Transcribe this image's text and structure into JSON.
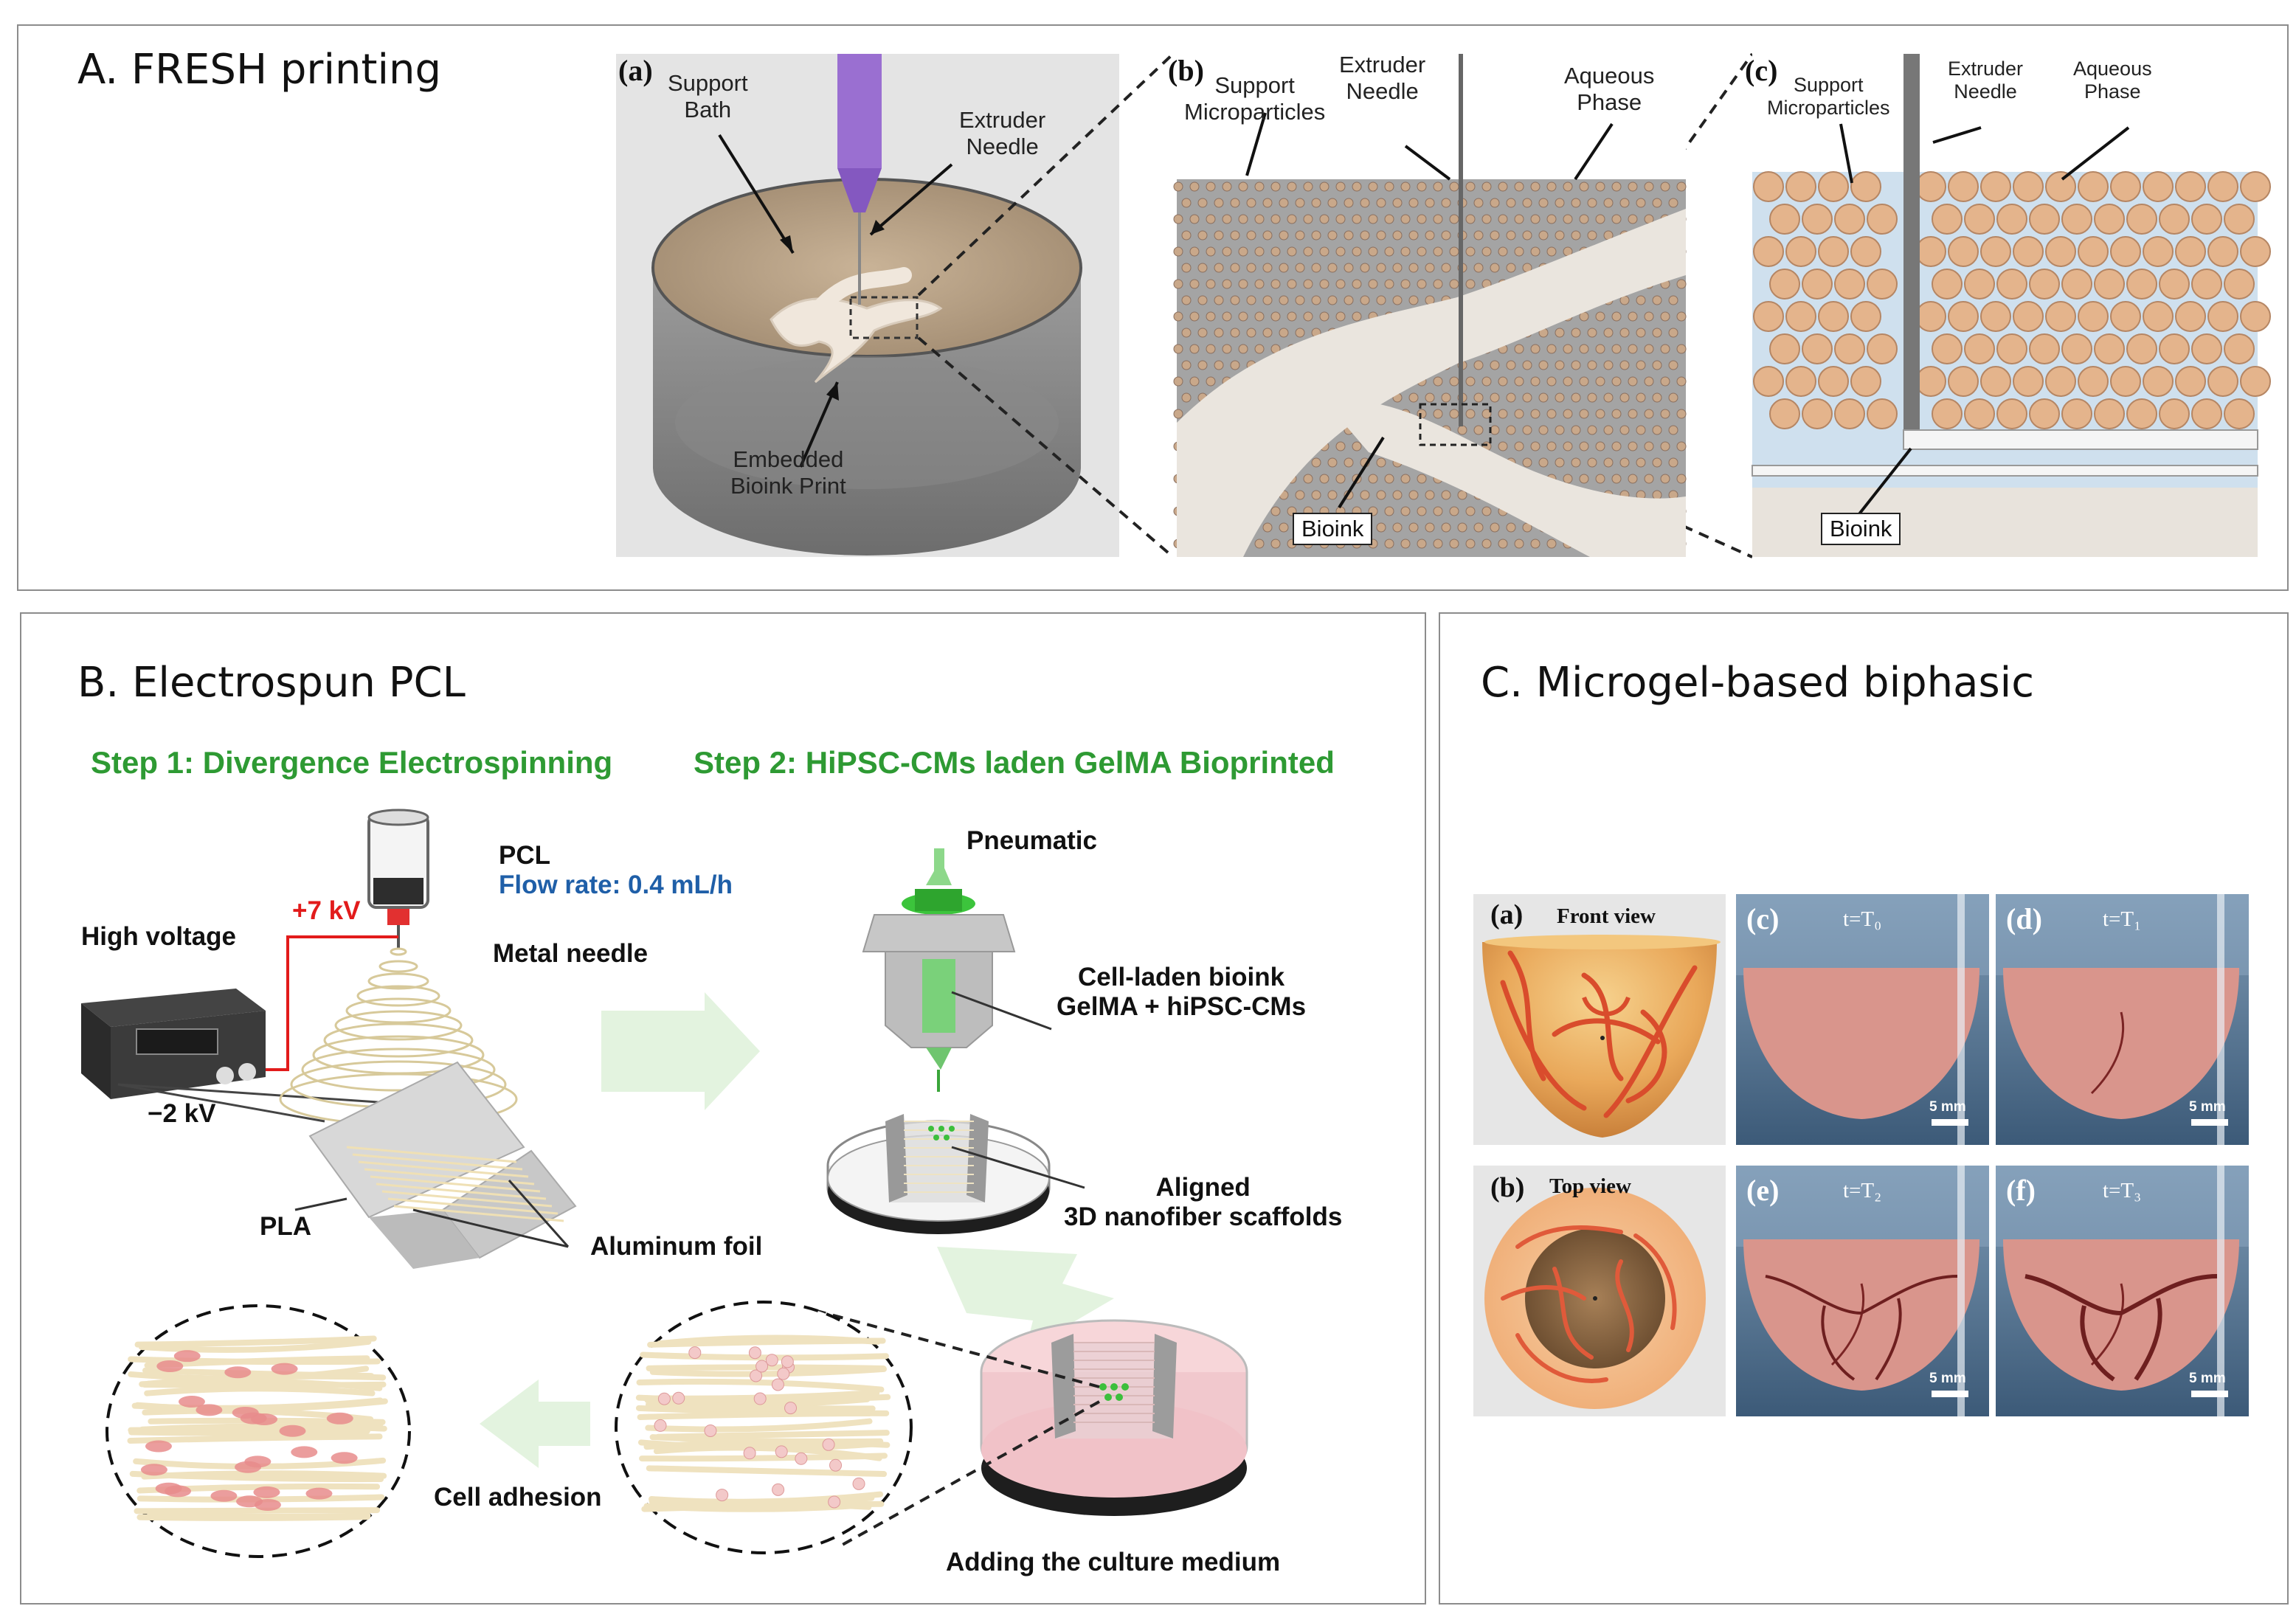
{
  "panels": {
    "a": {
      "title": "A. FRESH printing",
      "sub_a": {
        "tag": "(a)",
        "support_bath": "Support\nBath",
        "extruder_needle": "Extruder\nNeedle",
        "embedded": "Embedded\nBioink Print"
      },
      "sub_b": {
        "tag": "(b)",
        "support_micro": "Support\nMicroparticles",
        "extruder_needle": "Extruder\nNeedle",
        "aqueous": "Aqueous\nPhase",
        "bioink": "Bioink"
      },
      "sub_c": {
        "tag": "(c)",
        "support_micro": "Support\nMicroparticles",
        "extruder_needle": "Extruder\nNeedle",
        "aqueous": "Aqueous\nPhase",
        "bioink": "Bioink"
      }
    },
    "b": {
      "title": "B. Electrospun PCL",
      "step1": "Step 1: Divergence Electrospinning",
      "step2": "Step 2: HiPSC-CMs laden GelMA Bioprinted",
      "pcl": "PCL",
      "flow_rate": "Flow rate: 0.4 mL/h",
      "plus_kv": "+7 kV",
      "high_voltage": "High voltage",
      "metal_needle": "Metal needle",
      "minus_kv": "−2 kV",
      "pla": "PLA",
      "aluminum_foil": "Aluminum foil",
      "pneumatic": "Pneumatic",
      "cell_laden": "Cell-laden bioink\nGelMA + hiPSC-CMs",
      "aligned": "Aligned\n3D nanofiber scaffolds",
      "cell_adhesion": "Cell adhesion",
      "adding_medium": "Adding the culture medium"
    },
    "c": {
      "title": "C. Microgel-based biphasic",
      "front_tag": "(a)",
      "front_view": "Front view",
      "top_tag": "(b)",
      "top_view": "Top view",
      "photos": [
        {
          "tag": "(c)",
          "time": "t=T₀",
          "scale": "5 mm"
        },
        {
          "tag": "(d)",
          "time": "t=T₁",
          "scale": "5 mm"
        },
        {
          "tag": "(e)",
          "time": "t=T₂",
          "scale": "5 mm"
        },
        {
          "tag": "(f)",
          "time": "t=T₃",
          "scale": "5 mm"
        }
      ]
    }
  },
  "colors": {
    "step_green": "#2e9a33",
    "voltage_red": "#e21b1b",
    "flow_blue": "#1f5fa8",
    "border_gray": "#8c8c8c"
  }
}
